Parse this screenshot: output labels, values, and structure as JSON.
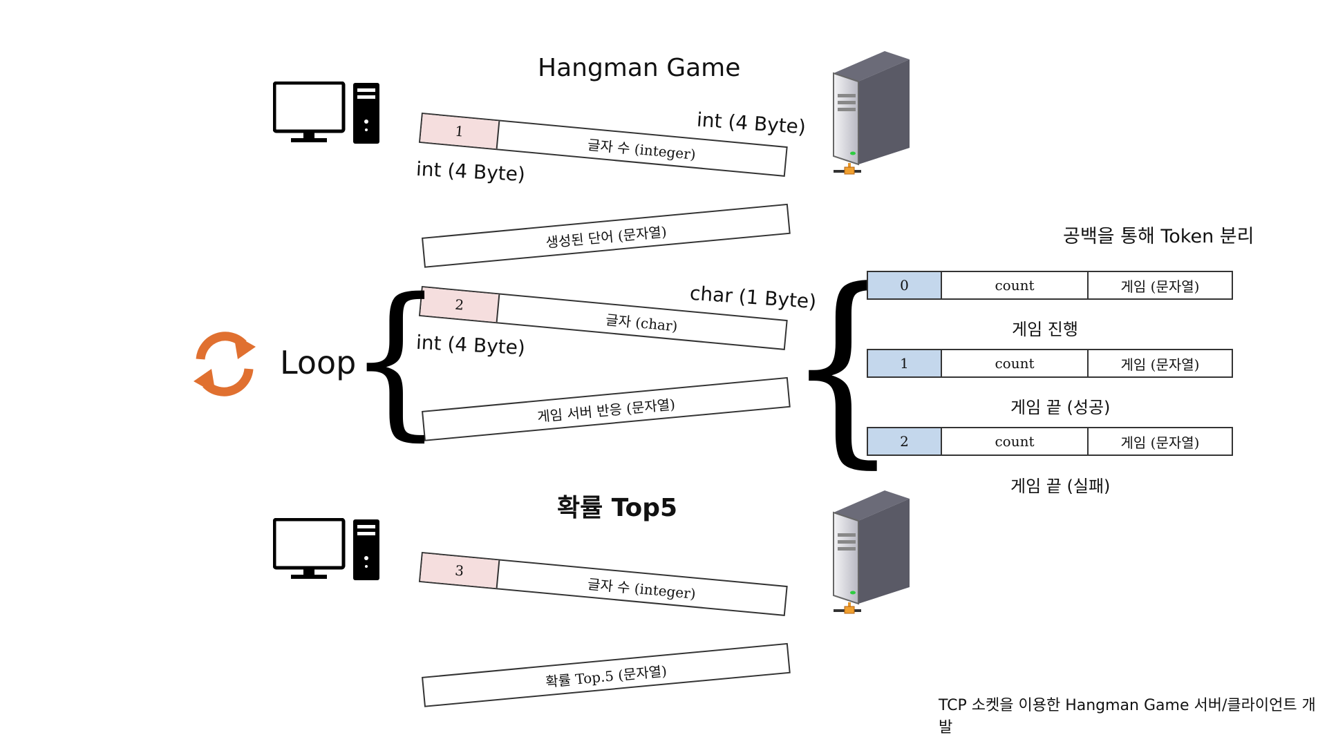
{
  "sections": {
    "game_title": "Hangman Game",
    "top5_title": "확률 Top5",
    "loop_label": "Loop",
    "token_title": "공백을 통해 Token 분리",
    "footer": "TCP 소켓을 이용한 Hangman Game 서버/클라이언트 개발"
  },
  "size_labels": {
    "int_right": "int (4 Byte)",
    "int_left_1": "int (4 Byte)",
    "char_right": "char (1 Byte)",
    "int_left_2": "int (4 Byte)"
  },
  "messages": [
    {
      "num": "1",
      "text": "글자 수 (integer)"
    },
    {
      "num": "",
      "text": "생성된 단어 (문자열)"
    },
    {
      "num": "2",
      "text": "글자 (char)"
    },
    {
      "num": "",
      "text": "게임 서버 반응 (문자열)"
    },
    {
      "num": "3",
      "text": "글자 수 (integer)"
    },
    {
      "num": "",
      "text": "확률 Top.5 (문자열)"
    }
  ],
  "token_rows": [
    {
      "code": "0",
      "count": "count",
      "payload": "게임 (문자열)",
      "caption": "게임 진행"
    },
    {
      "code": "1",
      "count": "count",
      "payload": "게임 (문자열)",
      "caption": "게임 끝 (성공)"
    },
    {
      "code": "2",
      "count": "count",
      "payload": "게임 (문자열)",
      "caption": "게임 끝 (실패)"
    }
  ],
  "icons": [
    "desktop-computer-icon",
    "server-tower-icon",
    "refresh-arrows-icon"
  ],
  "colors": {
    "accent_orange": "#e07030",
    "code_cell": "#c4d7ec",
    "num_cell": "#f5dede"
  }
}
